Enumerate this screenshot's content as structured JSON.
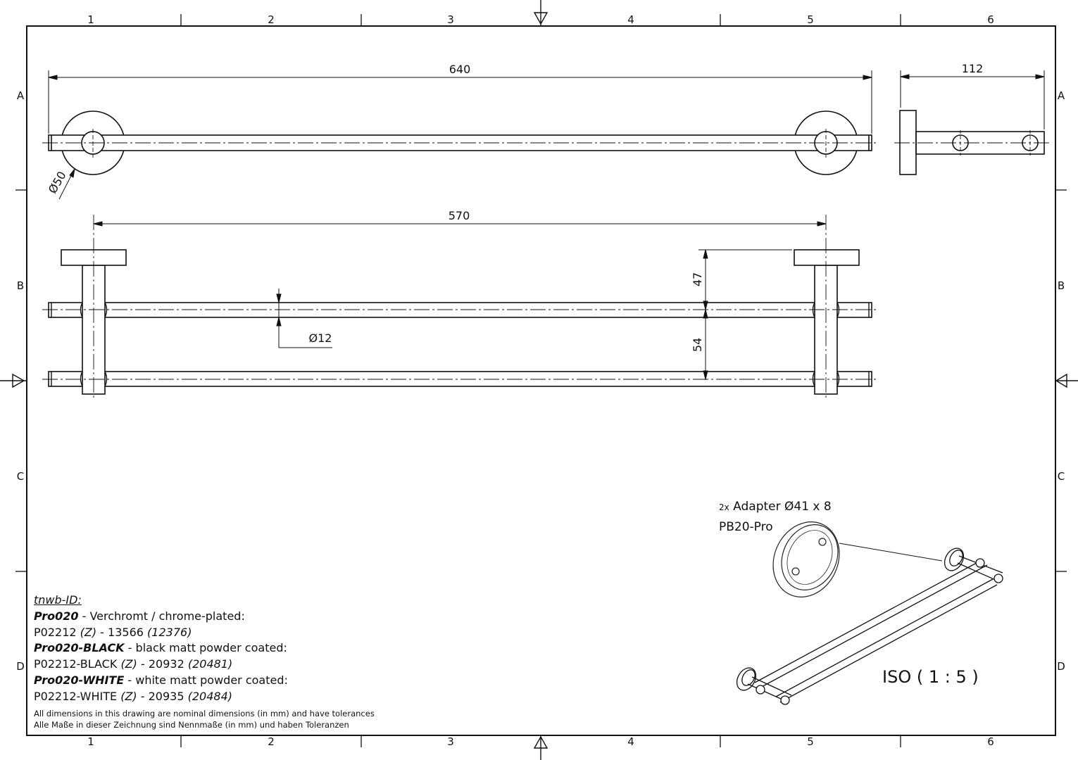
{
  "frame": {
    "columns": [
      "1",
      "2",
      "3",
      "4",
      "5",
      "6"
    ],
    "rows": [
      "A",
      "B",
      "C",
      "D"
    ]
  },
  "dimensions": {
    "top_length": "640",
    "side_depth": "112",
    "rosette_diameter": "Ø50",
    "bar_span": "570",
    "upper_offset": "47",
    "lower_offset": "54",
    "rod_diameter": "Ø12"
  },
  "notes": {
    "header": "tnwb-ID:",
    "lines": [
      {
        "name": "Pro020",
        "sep": " - ",
        "desc": "Verchromt / chrome-plated:"
      },
      {
        "code": "P02212",
        "z": "(Z)",
        "num": "13566",
        "alt": "(12376)"
      },
      {
        "name": "Pro020-BLACK",
        "sep": " - ",
        "desc": "black matt powder coated:"
      },
      {
        "code": "P02212-BLACK",
        "z": "(Z)",
        "num": "20932",
        "alt": "(20481)"
      },
      {
        "name": "Pro020-WHITE",
        "sep": " - ",
        "desc": "white matt powder coated:"
      },
      {
        "code": "P02212-WHITE",
        "z": "(Z)",
        "num": "20935",
        "alt": "(20484)"
      }
    ],
    "disclaimer_en": "All dimensions in this drawing are nominal dimensions (in mm) and have tolerances",
    "disclaimer_de": "Alle Maße in dieser Zeichnung sind Nennmaße (in mm) und haben Toleranzen"
  },
  "adapter": {
    "qty": "2x",
    "label": "Adapter Ø41 x 8",
    "part": "PB20-Pro"
  },
  "iso_label": "ISO ( 1 : 5 )"
}
